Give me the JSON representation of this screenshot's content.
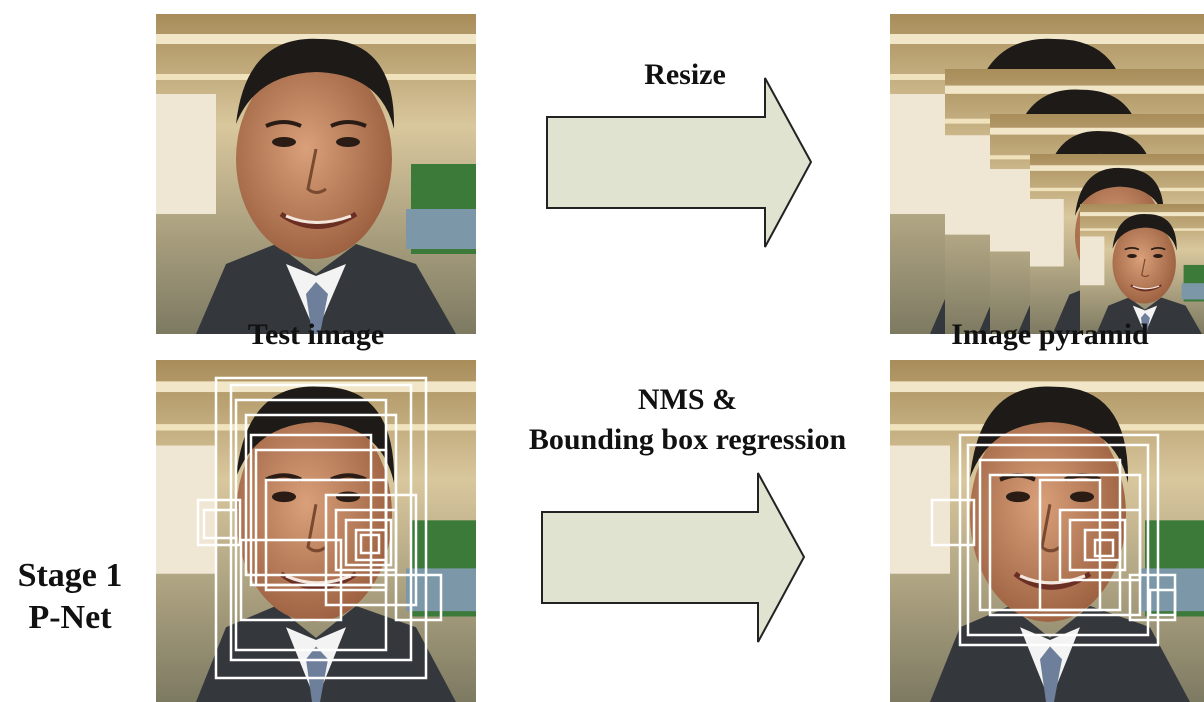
{
  "labels": {
    "resize": "Resize",
    "test_image": "Test image",
    "image_pyramid": "Image pyramid",
    "nms_line1": "NMS &",
    "nms_line2": "Bounding box regression",
    "stage_line1": "Stage 1",
    "stage_line2": "P-Net"
  },
  "colors": {
    "arrow_fill": "#dfe3cf",
    "arrow_stroke": "#222222",
    "box_stroke": "#ffffff",
    "background": "#ffffff"
  },
  "images": {
    "test_image": "portrait-photo",
    "image_pyramid": "stacked-scaled-portraits",
    "pnet_candidates": "portrait-with-candidate-boxes",
    "nms_result": "portrait-with-refined-boxes"
  }
}
